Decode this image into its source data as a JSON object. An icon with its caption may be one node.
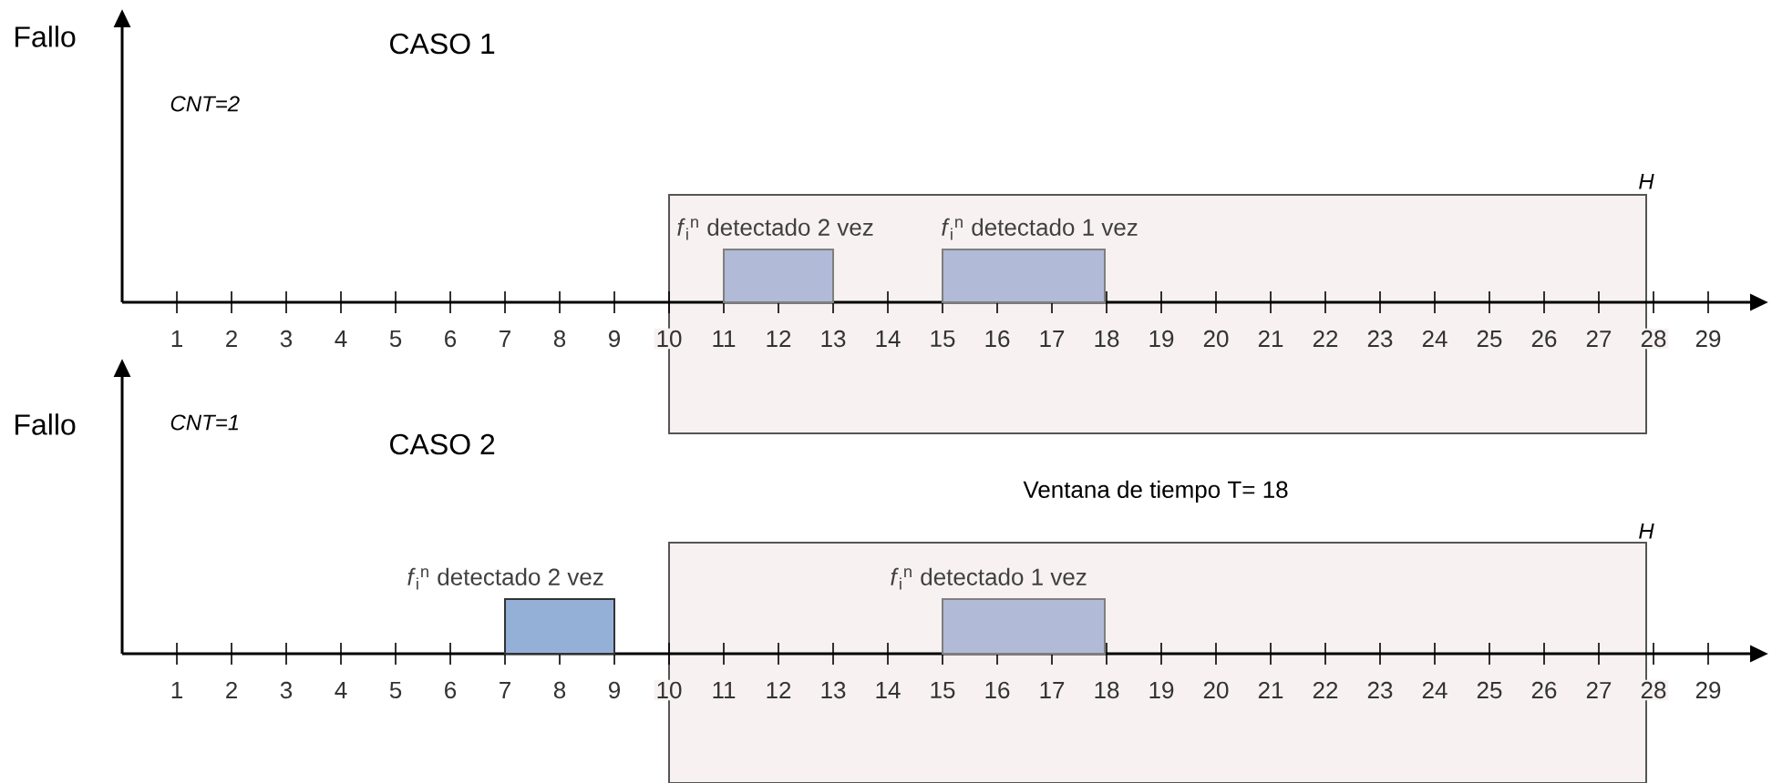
{
  "diagram": {
    "nodes": [
      {
        "text": [],
        "shape": "box",
        "beside": [
          "H"
        ]
      },
      {
        "text": [
          "*f*$_{i}$$^{n}$ detectado 2 vez"
        ],
        "in": 0
      },
      {
        "text": [
          "*f*$_{i}$$^{n}$ detectado 1 vez"
        ],
        "in": 0
      },
      {
        "text": [],
        "shape": "box",
        "beside": [
          "H"
        ]
      },
      {
        "text": [
          "*f*$_{i}$$^{n}$ detectado 2 vez"
        ]
      },
      {
        "text": [
          "*f*$_{i}$$^{n}$ detectado 1 vez"
        ],
        "in": 3
      }
    ],
    "edges": [],
    "labels": [
      "Fallo",
      "CASO 1",
      "CNT=2",
      "1",
      "2",
      "3",
      "4",
      "5",
      "6",
      "7",
      "8",
      "9",
      "10",
      "11",
      "12",
      "13",
      "14",
      "15",
      "16",
      "17",
      "18",
      "19",
      "20",
      "21",
      "22",
      "23",
      "24",
      "25",
      "26",
      "27",
      "28",
      "29",
      "Fallo",
      "CNT=1",
      "CASO 2",
      "Ventana de tiempo  T= 18",
      "1",
      "2",
      "3",
      "4",
      "5",
      "6",
      "7",
      "8",
      "9",
      "10",
      "11",
      "12",
      "13",
      "14",
      "15",
      "16",
      "17",
      "18",
      "19",
      "20",
      "21",
      "22",
      "23",
      "24",
      "25",
      "26",
      "27",
      "28",
      "29"
    ]
  }
}
